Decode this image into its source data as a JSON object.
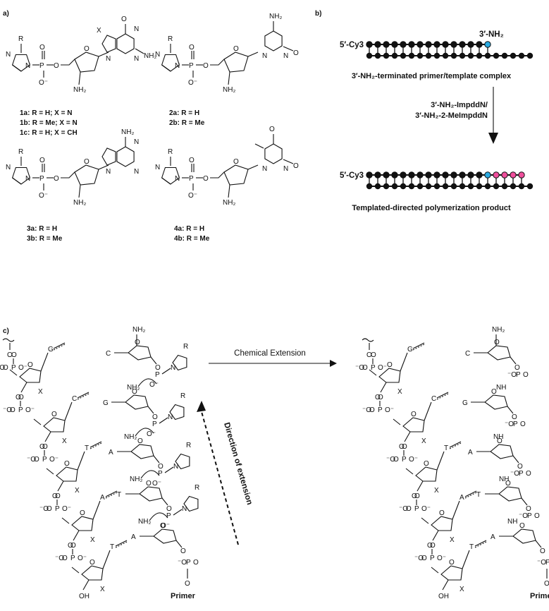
{
  "panels": {
    "a": "a)",
    "b": "b)",
    "c": "c)"
  },
  "compounds": [
    {
      "labels": [
        "1a: R = H; X = N",
        "1b: R = Me; X = N",
        "1c: R = H; X = CH"
      ]
    },
    {
      "labels": [
        "2a: R = H",
        "2b: R = Me"
      ]
    },
    {
      "labels": [
        "3a: R = H",
        "3b: R = Me"
      ]
    },
    {
      "labels": [
        "4a: R = H",
        "4b: R = Me"
      ]
    }
  ],
  "atoms": {
    "R": "R",
    "N": "N",
    "O": "O",
    "P": "P",
    "X": "X",
    "NH": "NH",
    "NH2": "NH₂",
    "Ominus": "O⁻",
    "Ominus_l": "⁻O",
    "OH": "OH",
    "G": "G",
    "C": "C",
    "T": "T",
    "A": "A"
  },
  "panel_b": {
    "label_5cy3": "5′-Cy3",
    "label_3nh2": "3′-NH₂",
    "caption_top": "3′-NH₂-terminated primer/template complex",
    "reagent_line1": "3′-NH₂-ImpddN/",
    "reagent_line2": "3′-NH₂-2-MeImpddN",
    "caption_bottom": "Templated-directed polymerization product",
    "colors": {
      "strand": "#111111",
      "amino": "#29a9e0",
      "new": "#ef4f9c"
    },
    "top_strand_count": 19,
    "product_new_count": 4
  },
  "panel_c": {
    "arrow_label": "Chemical Extension",
    "direction_label": "Direction of extension",
    "primer": "Primer"
  },
  "colors": {
    "amine": "#e3281b",
    "ink": "#111111"
  }
}
